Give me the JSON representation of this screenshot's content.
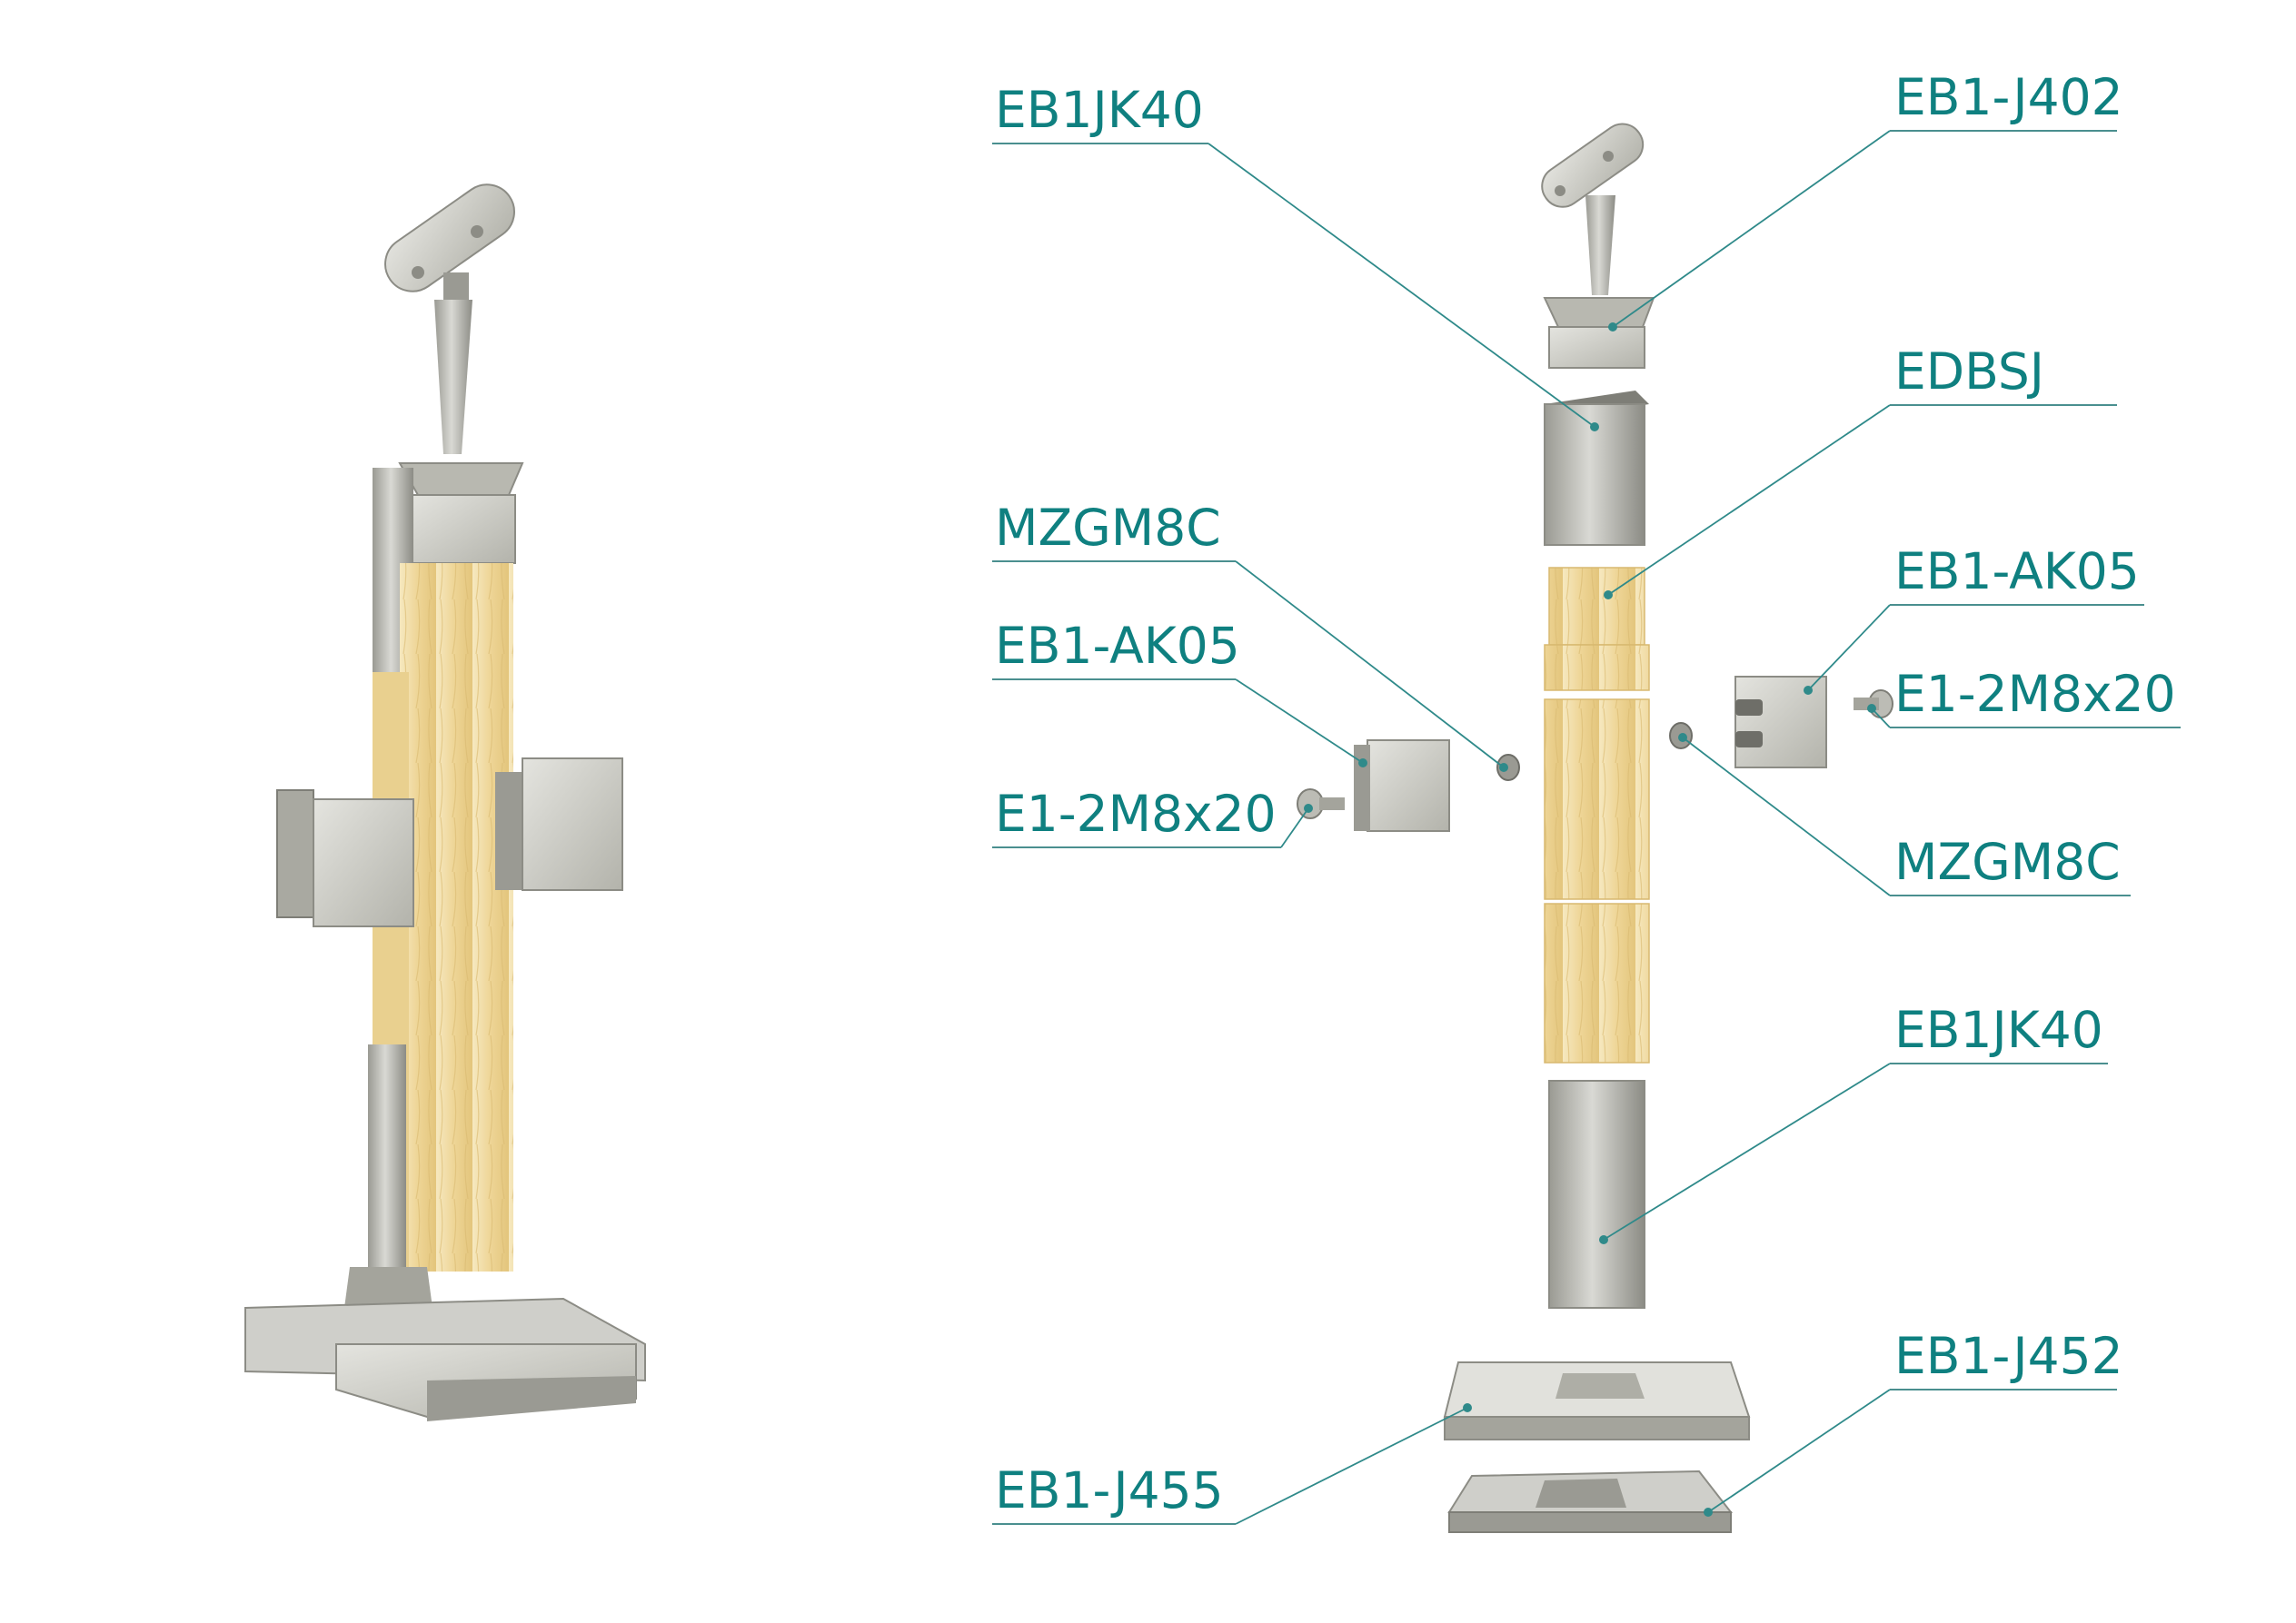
{
  "colors": {
    "label": "#0f8080",
    "leader": "#2f8a8a",
    "steel_light": "#dcdcd7",
    "steel_mid": "#b8b8b0",
    "steel_dark": "#8a8a82",
    "wood_light": "#f3e2b1",
    "wood_mid": "#e7cd8a"
  },
  "labels": {
    "eb1jk40_top": "EB1JK40",
    "eb1_j402": "EB1-J402",
    "edbsj": "EDBSJ",
    "mzgm8c_left": "MZGM8C",
    "eb1_ak05_left": "EB1-AK05",
    "e1_2m8x20_left": "E1-2M8x20",
    "eb1_ak05_right": "EB1-AK05",
    "e1_2m8x20_right": "E1-2M8x20",
    "mzgm8c_right": "MZGM8C",
    "eb1jk40_bottom": "EB1JK40",
    "eb1_j452": "EB1-J452",
    "eb1_j455": "EB1-J455"
  }
}
